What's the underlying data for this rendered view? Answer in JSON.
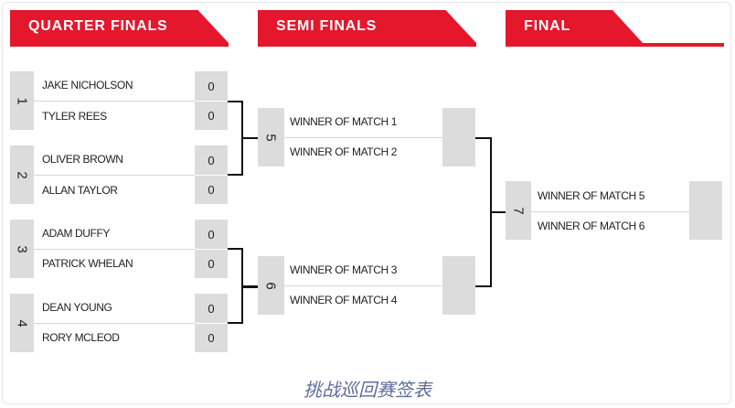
{
  "headers": {
    "quarter": "QUARTER FINALS",
    "semi": "SEMI FINALS",
    "final": "FINAL"
  },
  "quarter_matches": [
    {
      "number": "1",
      "top": "JAKE NICHOLSON",
      "bottom": "TYLER REES",
      "score_top": "0",
      "score_bottom": "0"
    },
    {
      "number": "2",
      "top": "OLIVER BROWN",
      "bottom": "ALLAN TAYLOR",
      "score_top": "0",
      "score_bottom": "0"
    },
    {
      "number": "3",
      "top": "ADAM DUFFY",
      "bottom": "PATRICK WHELAN",
      "score_top": "0",
      "score_bottom": "0"
    },
    {
      "number": "4",
      "top": "DEAN YOUNG",
      "bottom": "RORY MCLEOD",
      "score_top": "0",
      "score_bottom": "0"
    }
  ],
  "semi_matches": [
    {
      "number": "5",
      "top": "WINNER OF MATCH 1",
      "bottom": "WINNER OF MATCH 2"
    },
    {
      "number": "6",
      "top": "WINNER OF MATCH 3",
      "bottom": "WINNER OF MATCH 4"
    }
  ],
  "final_match": {
    "number": "7",
    "top": "WINNER OF MATCH 5",
    "bottom": "WINNER OF MATCH 6"
  },
  "caption": "挑战巡回赛签表",
  "colors": {
    "accent": "#e4172c",
    "box": "#dcdcdc",
    "caption": "#5d6e9b"
  }
}
